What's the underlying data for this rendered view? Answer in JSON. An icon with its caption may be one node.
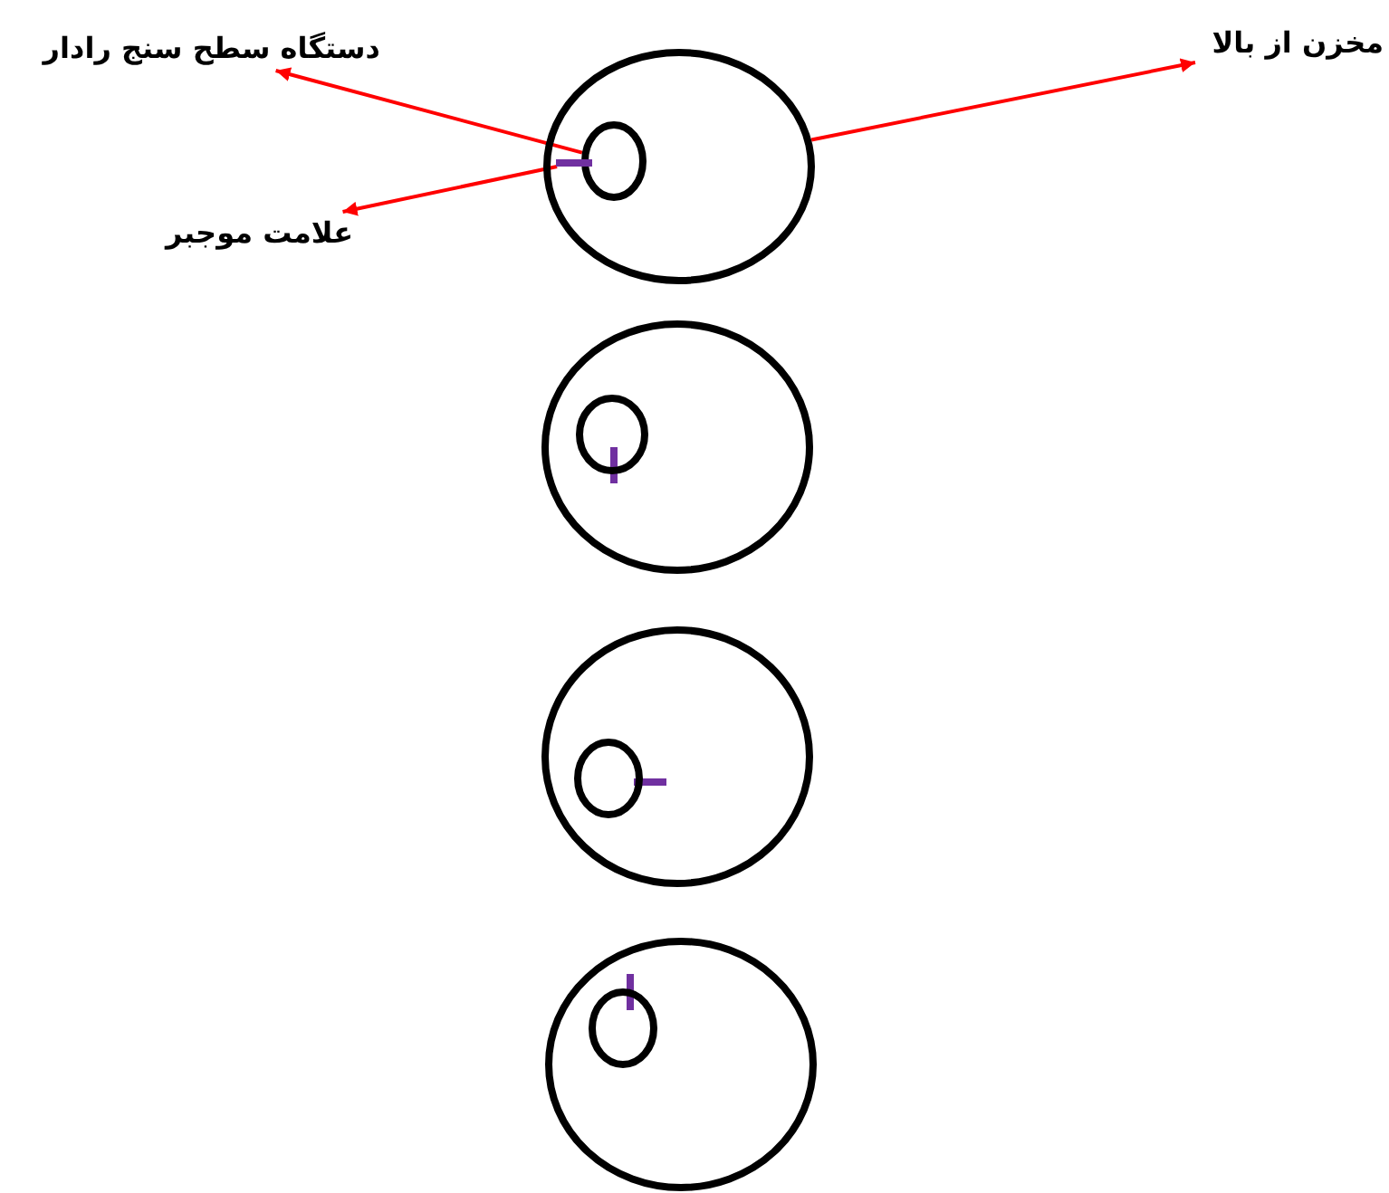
{
  "diagram": {
    "nodes": [
      {
        "text": [
          "دستگاه سطح سنج رادار"
        ]
      },
      {
        "text": [],
        "shape": "circle"
      },
      {
        "text": [],
        "shape": "circle",
        "in": 1
      },
      {
        "text": [],
        "shape": "bar",
        "in": 1
      },
      {
        "text": [
          "مخزن از بالا"
        ]
      },
      {
        "text": [
          "علامت موجبر"
        ]
      },
      {
        "text": [],
        "shape": "circle"
      },
      {
        "text": [],
        "shape": "circle",
        "in": 6
      },
      {
        "text": [],
        "shape": "circle"
      },
      {
        "text": [],
        "shape": "circle",
        "in": 8
      },
      {
        "text": [],
        "shape": "circle"
      },
      {
        "text": [],
        "shape": "circle",
        "in": 10
      }
    ],
    "edges": [
      {
        "from": 2,
        "to": 0,
        "arrow": "to"
      },
      {
        "from": 1,
        "to": 4,
        "arrow": "to"
      },
      {
        "from": 3,
        "to": 5,
        "arrow": "to"
      }
    ]
  }
}
